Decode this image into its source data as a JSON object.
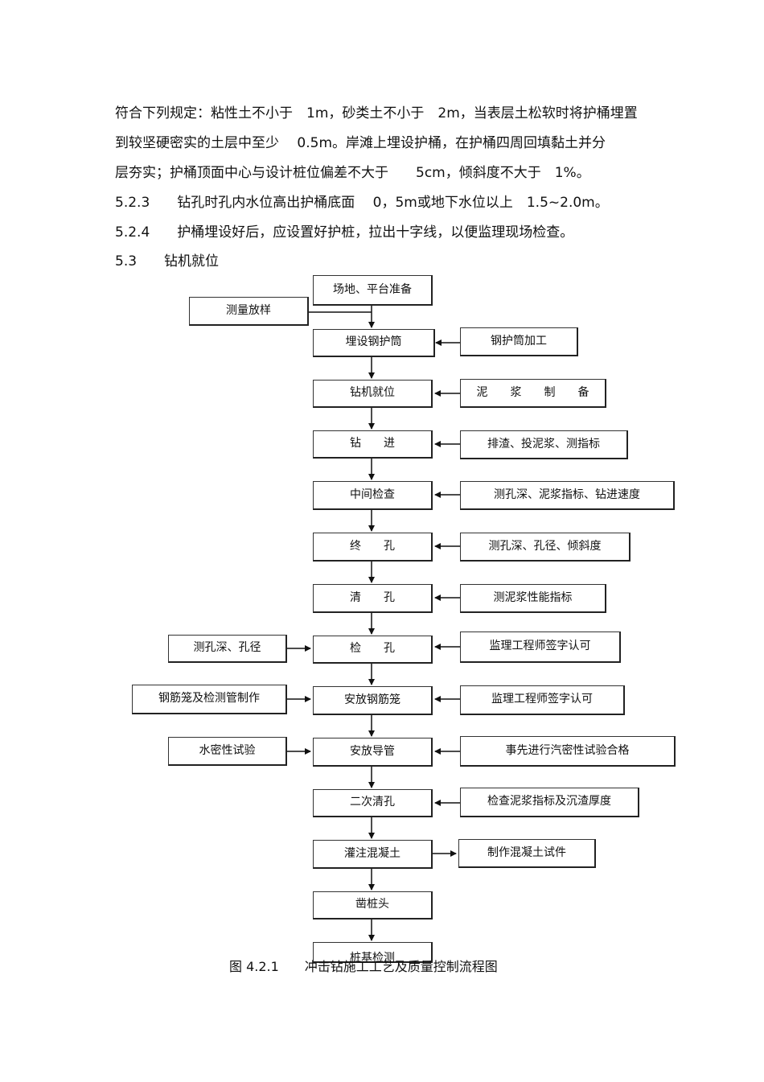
{
  "paragraphs": [
    "符合下列规定：粘性土不小于　1m，砂类土不小于　2m，当表层土松软时将护桶埋置",
    "到较坚硬密实的土层中至少　 0.5m。岸滩上埋设护桶，在护桶四周回填黏土并分",
    "层夯实；护桶顶面中心与设计桩位偏差不大于　　5cm，倾斜度不大于　1%。",
    "5.2.3　　钻孔时孔内水位高出护桶底面　 0，5m或地下水位以上　1.5~2.0m。",
    "5.2.4　　护桶埋设好后，应设置好护桩，拉出十字线，以便监理现场检查。",
    "5.3　　钻机就位"
  ],
  "flowchart": {
    "main_steps": [
      "场地、平台准备",
      "埋设钢护筒",
      "钻机就位",
      "钻　　进",
      "中间检查",
      "终　　孔",
      "清　　孔",
      "检　　孔",
      "安放钢筋笼",
      "安放导管",
      "二次清孔",
      "灌注混凝土",
      "凿桩头",
      "桩基检测"
    ],
    "right_inputs": [
      "钢护筒加工",
      "泥　　浆　　制　　备",
      "排渣、投泥浆、测指标",
      "测孔深、泥浆指标、钻进速度",
      "测孔深、孔径、倾斜度",
      "测泥浆性能指标",
      "监理工程师签字认可",
      "监理工程师签字认可",
      "事先进行汽密性试验合格",
      "检查泥浆指标及沉渣厚度"
    ],
    "right_output": "制作混凝土试件",
    "left_inputs": [
      "测量放样",
      "测孔深、孔径",
      "钢筋笼及检测管制作",
      "水密性试验"
    ]
  },
  "caption": "图 4.2.1　　冲击钻施工工艺及质量控制流程图"
}
